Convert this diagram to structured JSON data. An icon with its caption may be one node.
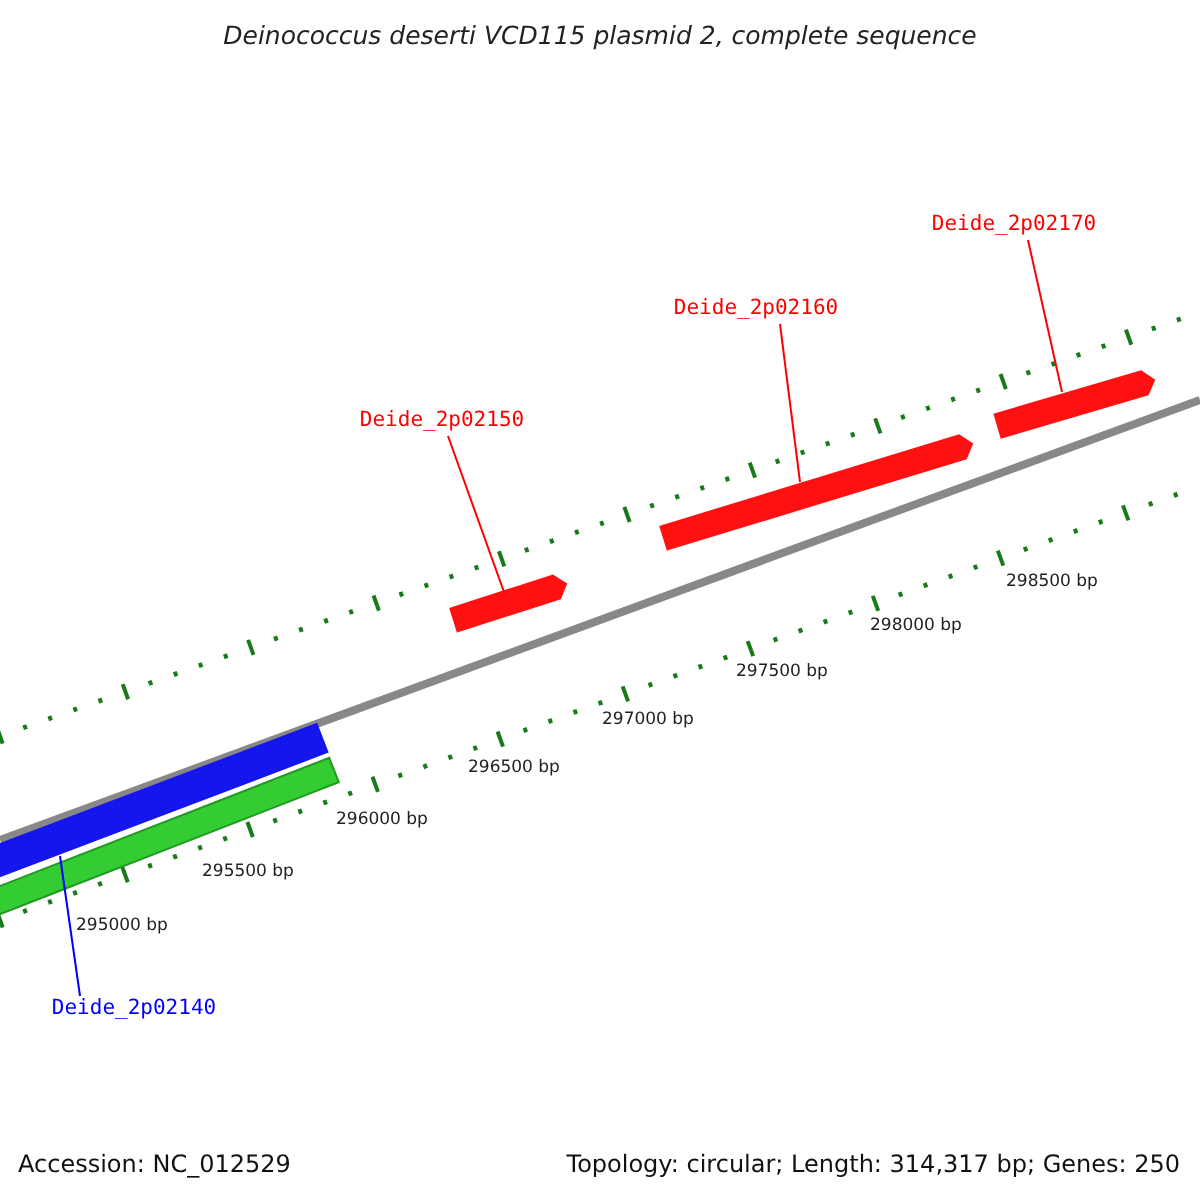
{
  "diagram": {
    "title": "Deinococcus deserti VCD115 plasmid 2, complete sequence",
    "nodes": [
      {
        "text": [
          "Deide_2p02170"
        ]
      },
      {
        "text": [
          "Deide_2p02160"
        ]
      },
      {
        "text": [
          "Deide_2p02150"
        ]
      },
      {
        "text": [
          "Deide_2p02140"
        ]
      },
      {
        "text": [],
        "shape": "bar"
      },
      {
        "text": [],
        "shape": "bar"
      },
      {
        "text": [],
        "shape": "bar"
      },
      {
        "text": [],
        "shape": "bar"
      }
    ],
    "edges": [
      {
        "from": 0,
        "to": 4,
        "arrow": "none"
      },
      {
        "from": 1,
        "to": 5,
        "arrow": "none"
      },
      {
        "from": 2,
        "to": 6,
        "arrow": "none"
      },
      {
        "from": 3,
        "to": 7,
        "arrow": "none",
        "color": "#0000ff"
      }
    ],
    "labels": [
      "298500 bp",
      "298000 bp",
      "297500 bp",
      "297000 bp",
      "296500 bp",
      "296000 bp",
      "295500 bp",
      "295000 bp",
      "Accession: NC_012529",
      "Topology: circular; Length: 314,317 bp; Genes: 250"
    ]
  }
}
